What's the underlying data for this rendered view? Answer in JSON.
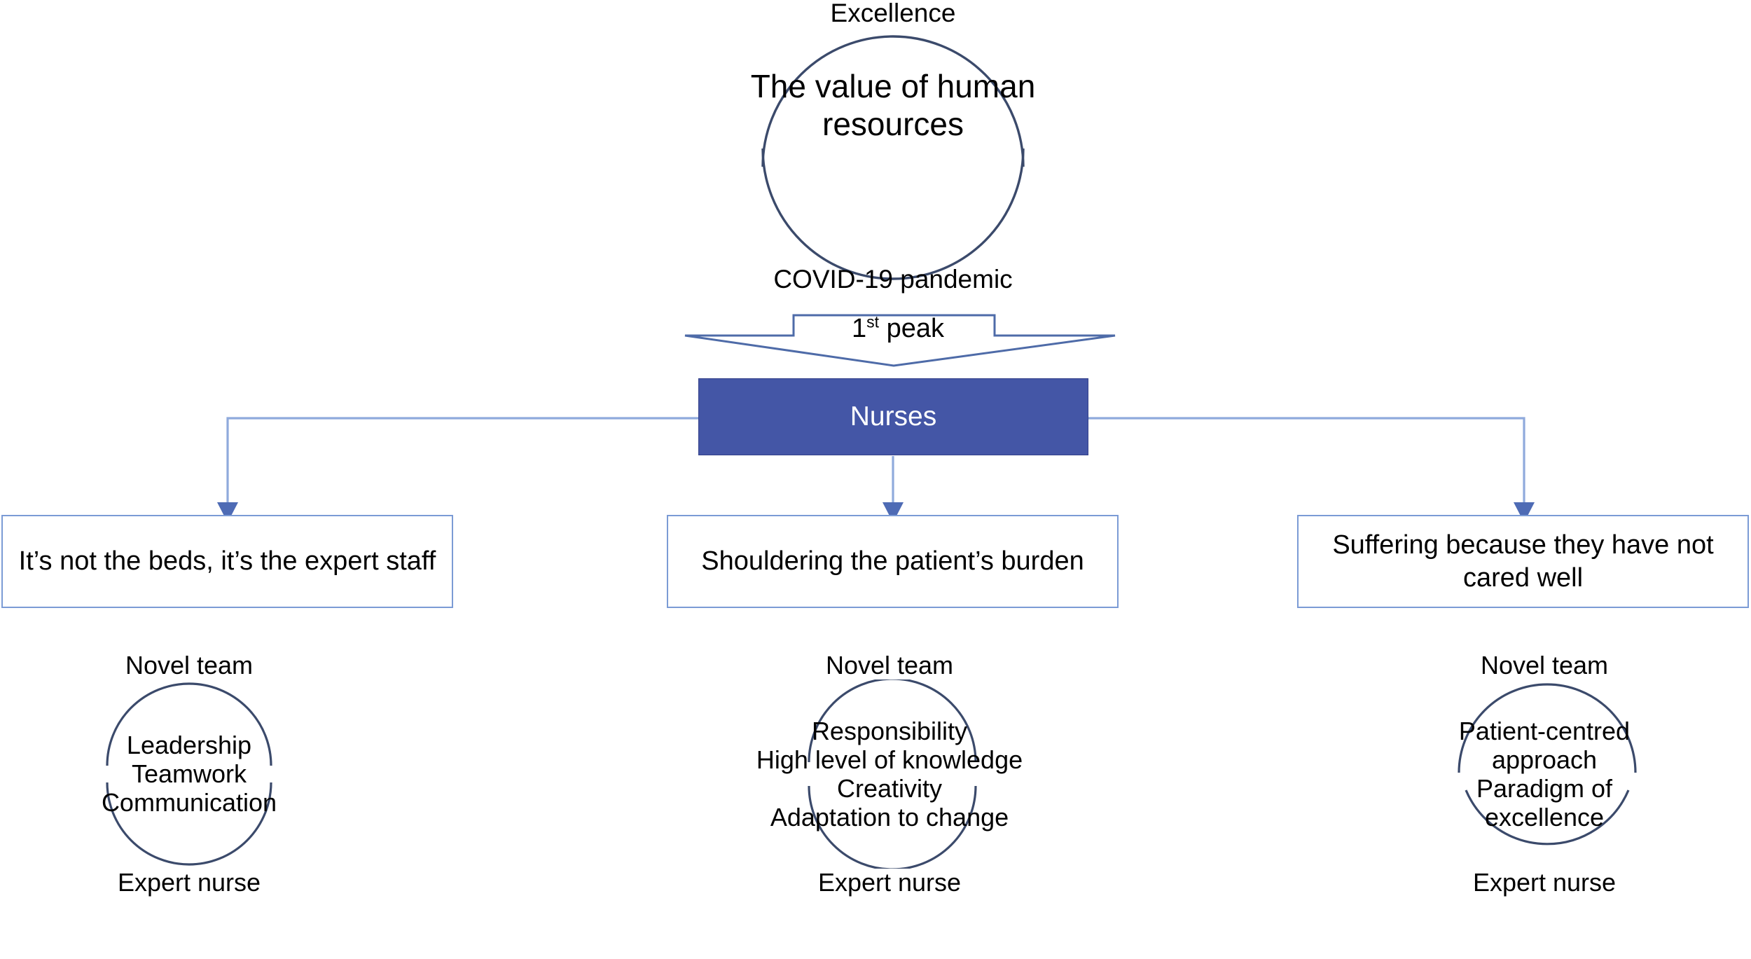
{
  "diagram": {
    "title": "The value of human resources",
    "colors": {
      "accent_fill": "#4456A6",
      "box_border": "#7B9BD5",
      "circle_stroke": "#3B4A6B",
      "connector": "#8FAADC",
      "text": "#000000",
      "box_text_light": "#FFFFFF",
      "background": "#FFFFFF"
    },
    "root": {
      "top_label": "Excellence",
      "center_text": "The value of human resources",
      "bottom_label": "COVID-19 pandemic"
    },
    "arrow": {
      "label_main": "1",
      "label_sup": "st",
      "label_rest": " peak",
      "label_full": "1st peak",
      "direction": "down"
    },
    "hub": {
      "label": "Nurses"
    },
    "themes": [
      {
        "label": "It’s not the beds, it’s the expert staff"
      },
      {
        "label": "Shouldering the patient’s burden"
      },
      {
        "label": "Suffering because they have not cared well"
      }
    ],
    "circle_groups": [
      {
        "top_label": "Novel team",
        "bottom_label": "Expert nurse",
        "items": [
          "Leadership",
          "Teamwork",
          "Communication"
        ]
      },
      {
        "top_label": "Novel team",
        "bottom_label": "Expert nurse",
        "items": [
          "Responsibility",
          "High level of knowledge",
          "Creativity",
          "Adaptation to change"
        ]
      },
      {
        "top_label": "Novel team",
        "bottom_label": "Expert nurse",
        "items": [
          "Patient-centred approach",
          "Paradigm of excellence"
        ]
      }
    ]
  }
}
